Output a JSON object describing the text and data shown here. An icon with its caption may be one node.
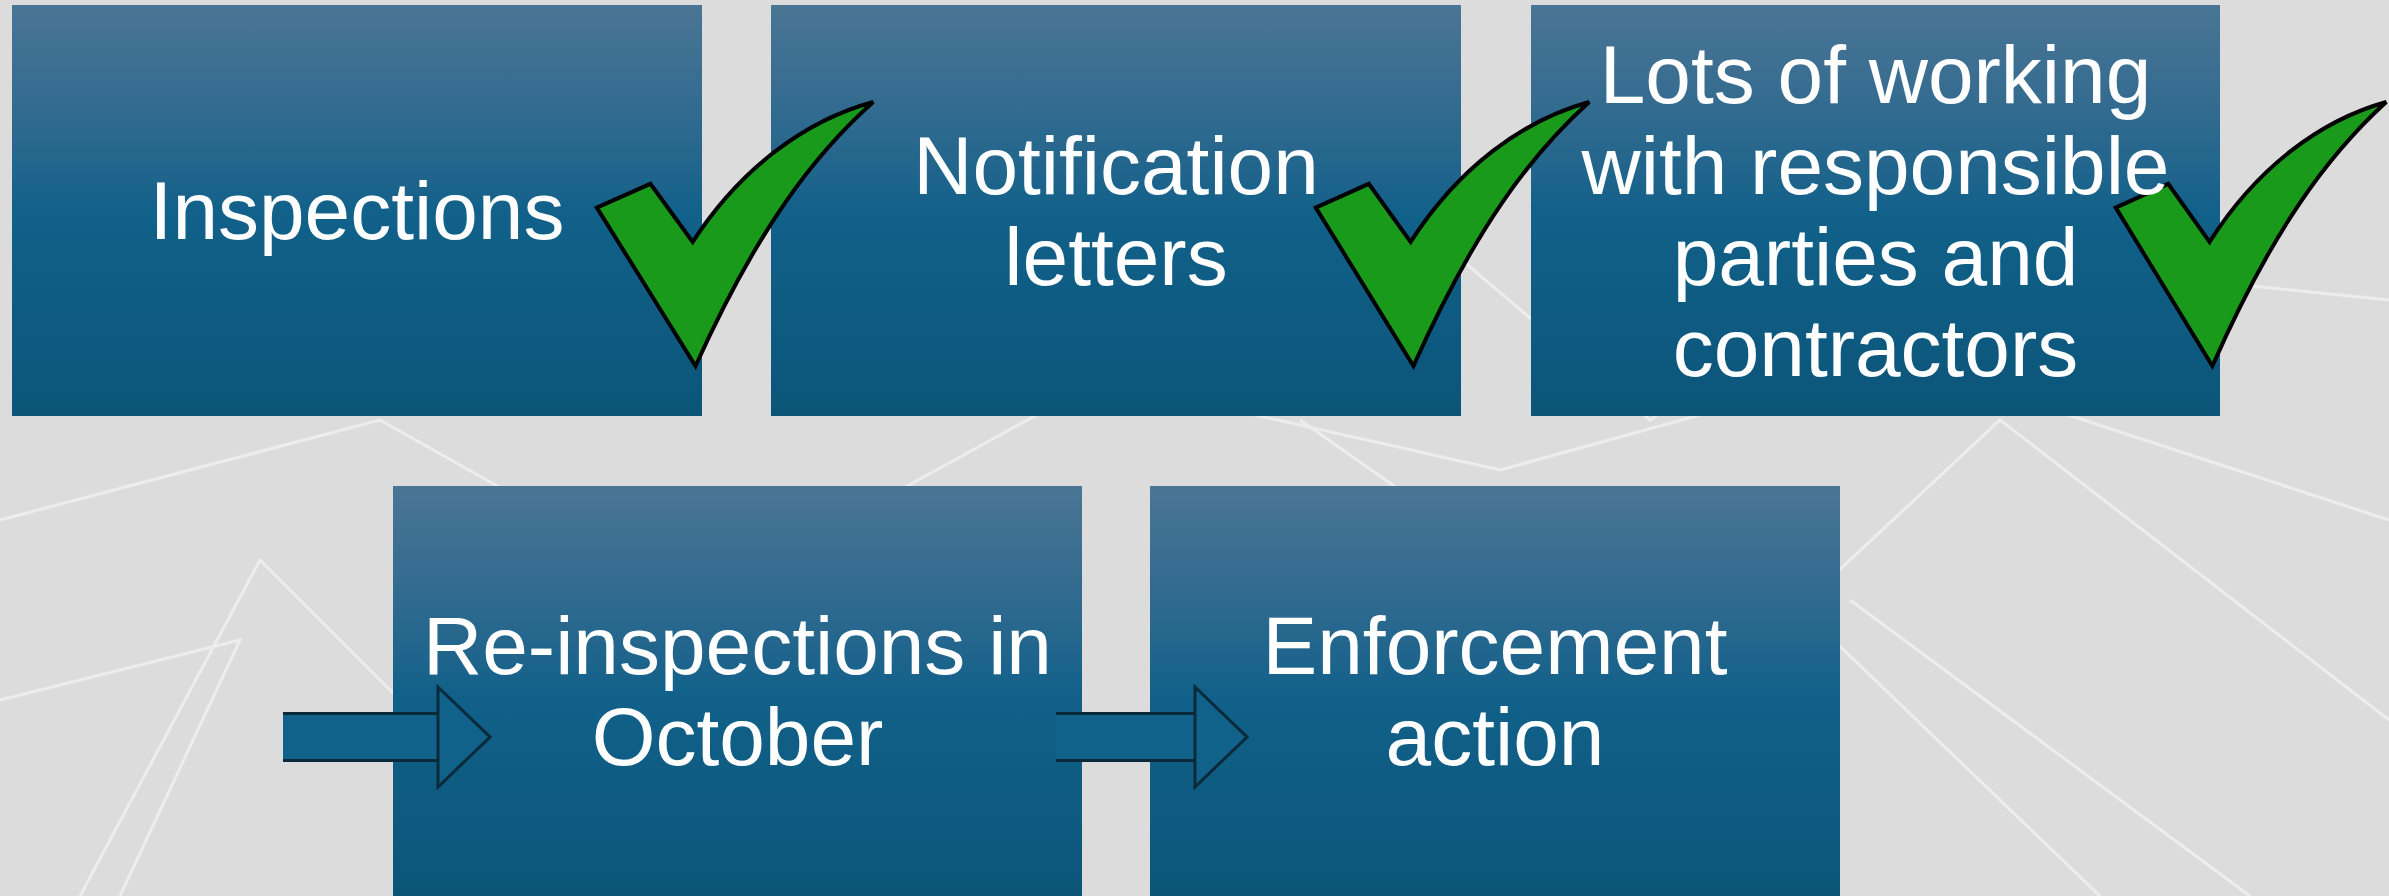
{
  "diagram": {
    "nodes": [
      {
        "text": [
          "Inspections"
        ]
      },
      {
        "text": [
          "Notification letters"
        ]
      },
      {
        "text": [
          "Lots of working with responsible parties and contractors"
        ]
      },
      {
        "text": [
          "Re-inspections in October"
        ]
      },
      {
        "text": [
          "Enforcement action"
        ]
      }
    ],
    "edges": [
      {
        "from": null,
        "to": 3,
        "arrow": "to"
      },
      {
        "from": 3,
        "to": 4,
        "arrow": "to"
      }
    ]
  }
}
